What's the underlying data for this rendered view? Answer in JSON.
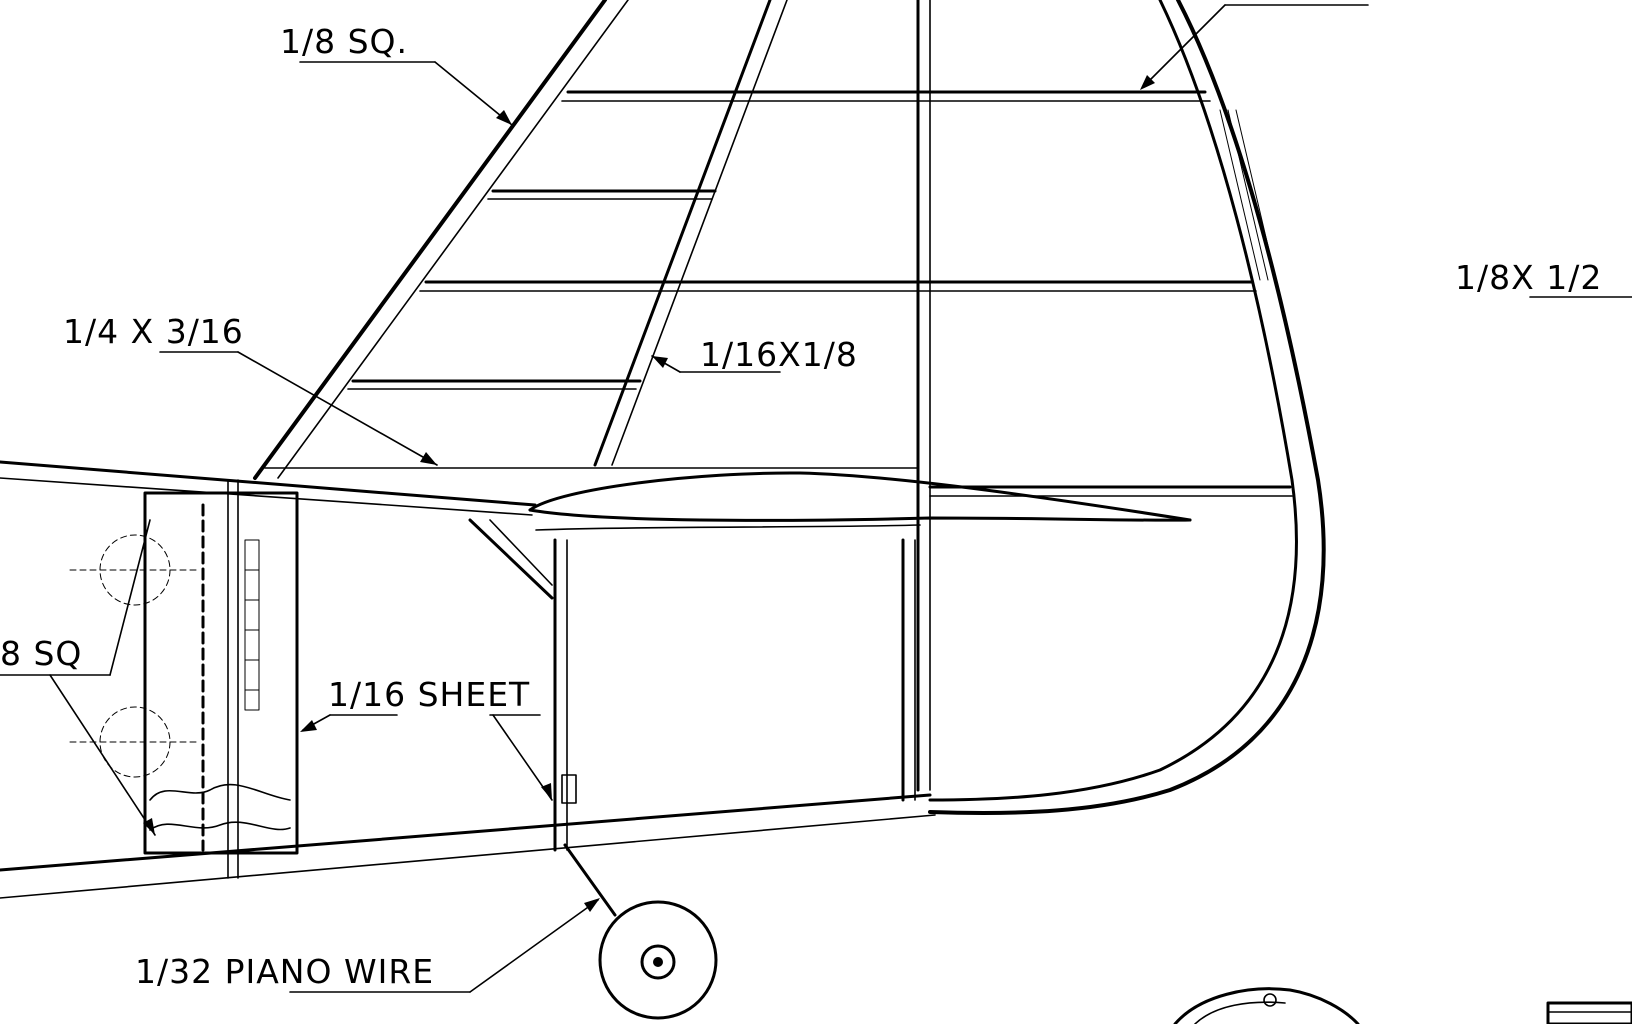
{
  "labels": {
    "spar_sq_top": "1/8 SQ.",
    "strip_right": "1/8X 1/2",
    "leading_edge": "1/4 X 3/16",
    "rib_strip": "1/16X1/8",
    "sq_left": "8 SQ",
    "sheet": "1/16 SHEET",
    "piano_wire": "1/32 PIANO WIRE"
  }
}
